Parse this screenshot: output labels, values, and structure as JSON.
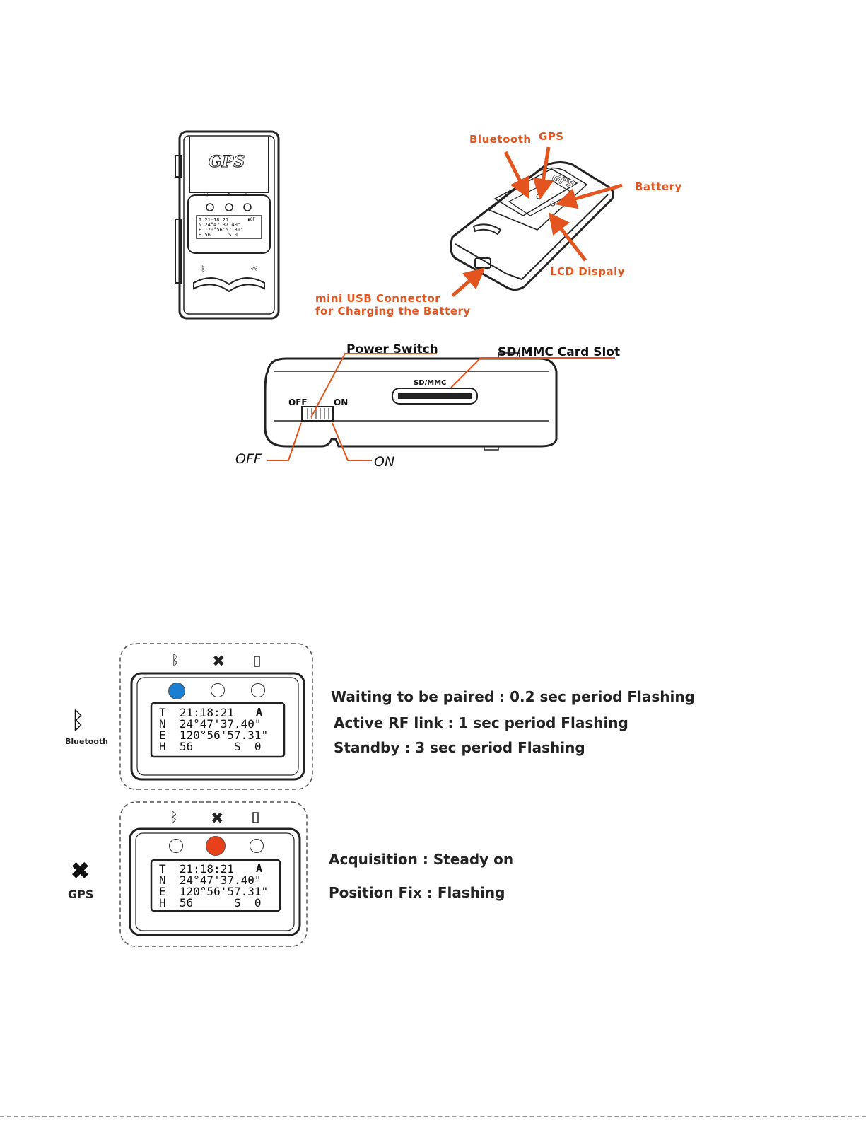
{
  "colors": {
    "callout": "#e4541e",
    "bluetooth_led": "#1a7fd0",
    "gps_led": "#e8401a"
  },
  "device_front": {
    "logo": "GPS",
    "lcd_lines": [
      "T 21:18:21",
      "N 24°47'37.40\"",
      "E 120°56'57.31\"",
      "H 56      S 0"
    ],
    "lcd_status": "▮0F"
  },
  "device_angled": {
    "callouts": {
      "bluetooth": "Bluetooth",
      "gps": "GPS",
      "battery": "Battery",
      "lcd": "LCD Dispaly",
      "usb_line1": "mini USB Connector",
      "usb_line2": "for Charging the Battery"
    }
  },
  "device_side": {
    "power_switch": "Power Switch",
    "card_slot": "SD/MMC Card Slot",
    "slot_label": "SD/MMC",
    "off_small": "OFF",
    "on_small": "ON",
    "off_large": "OFF",
    "on_large": "ON"
  },
  "legend": {
    "bluetooth": {
      "label": "Bluetooth",
      "lines": [
        "Waiting to be paired : 0.2 sec period Flashing",
        "Active RF link : 1 sec period Flashing",
        "Standby : 3 sec period Flashing"
      ]
    },
    "gps": {
      "label": "GPS",
      "lines": [
        "Acquisition : Steady on",
        "Position Fix : Flashing"
      ]
    },
    "lcd": {
      "t": "T  21:18:21",
      "n": "N  24°47'37.40\"",
      "e": "E  120°56'57.31\"",
      "h": "H  56      S  0",
      "status": "A"
    }
  }
}
